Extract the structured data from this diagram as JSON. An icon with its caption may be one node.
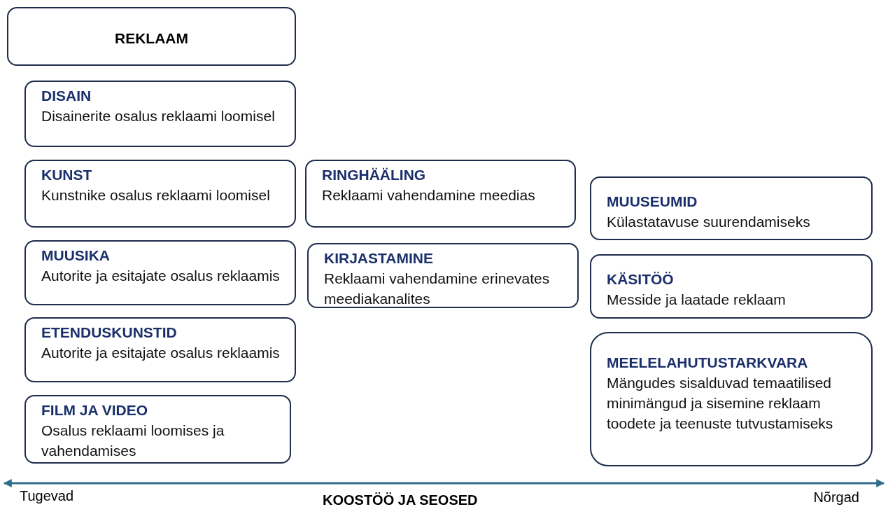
{
  "diagram": {
    "nodes": [
      {
        "text": [
          "REKLAAM"
        ]
      },
      {
        "text": [
          "DISAIN",
          "Disainerite osalus reklaami loomisel"
        ]
      },
      {
        "text": [
          "KUNST",
          "Kunstnike osalus reklaami loomisel"
        ]
      },
      {
        "text": [
          "MUUSIKA",
          "Autorite ja esitajate osalus reklaamis"
        ]
      },
      {
        "text": [
          "ETENDUSKUNSTID",
          "Autorite ja esitajate osalus reklaamis"
        ]
      },
      {
        "text": [
          "FILM JA VIDEO",
          "Osalus reklaami loomises ja vahendamises"
        ]
      },
      {
        "text": [
          "RINGHÄÄLING",
          "Reklaami vahendamine meedias"
        ]
      },
      {
        "text": [
          "KIRJASTAMINE",
          "Reklaami vahendamine erinevates meediakanalites"
        ]
      },
      {
        "text": [
          "MUUSEUMID",
          "Külastatavuse suurendamiseks"
        ]
      },
      {
        "text": [
          "KÄSITÖÖ",
          "Messide ja laatade reklaam"
        ]
      },
      {
        "text": [
          "MEELELAHUTUSTARKVARA",
          "Mängudes sisalduvad temaatilised minimängud ja sisemine reklaam toodete ja teenuste tutvustamiseks"
        ]
      }
    ],
    "labels": [
      "Tugevad",
      "KOOSTÖÖ JA SEOSED",
      "Nõrgad"
    ]
  }
}
